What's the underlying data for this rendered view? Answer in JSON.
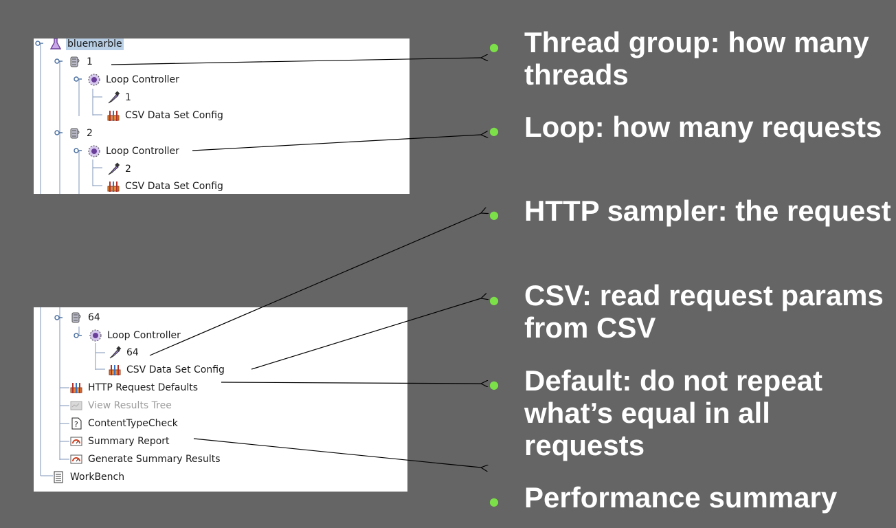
{
  "tree_top": {
    "nodes": [
      {
        "label": "bluemarble",
        "icon": "flask-icon",
        "selected": true
      },
      {
        "label": "1",
        "icon": "thread-group-icon"
      },
      {
        "label": "Loop Controller",
        "icon": "loop-controller-icon"
      },
      {
        "label": "1",
        "icon": "sampler-icon"
      },
      {
        "label": "CSV Data Set Config",
        "icon": "csv-config-icon"
      },
      {
        "label": "2",
        "icon": "thread-group-icon"
      },
      {
        "label": "Loop Controller",
        "icon": "loop-controller-icon"
      },
      {
        "label": "2",
        "icon": "sampler-icon"
      },
      {
        "label": "CSV Data Set Config",
        "icon": "csv-config-icon"
      }
    ]
  },
  "tree_bottom": {
    "nodes": [
      {
        "label": "64",
        "icon": "thread-group-icon"
      },
      {
        "label": "Loop Controller",
        "icon": "loop-controller-icon"
      },
      {
        "label": "64",
        "icon": "sampler-icon"
      },
      {
        "label": "CSV Data Set Config",
        "icon": "csv-config-icon"
      },
      {
        "label": "HTTP Request Defaults",
        "icon": "csv-config-icon"
      },
      {
        "label": "View Results Tree",
        "icon": "results-tree-icon",
        "disabled": true
      },
      {
        "label": "ContentTypeCheck",
        "icon": "assertion-icon"
      },
      {
        "label": "Summary Report",
        "icon": "summary-report-icon"
      },
      {
        "label": "Generate Summary Results",
        "icon": "summary-report-icon"
      },
      {
        "label": "WorkBench",
        "icon": "workbench-icon"
      }
    ]
  },
  "bullets": [
    "Thread group: how many threads",
    "Loop: how many requests",
    "HTTP sampler: the request",
    "CSV: read request params from CSV",
    "Default: do not repeat what’s equal in all requests",
    "Performance summary"
  ],
  "colors": {
    "background": "#656565",
    "bullet": "#7ce048",
    "selection": "#b8cfe5",
    "tree_line": "#6f8fb8"
  }
}
